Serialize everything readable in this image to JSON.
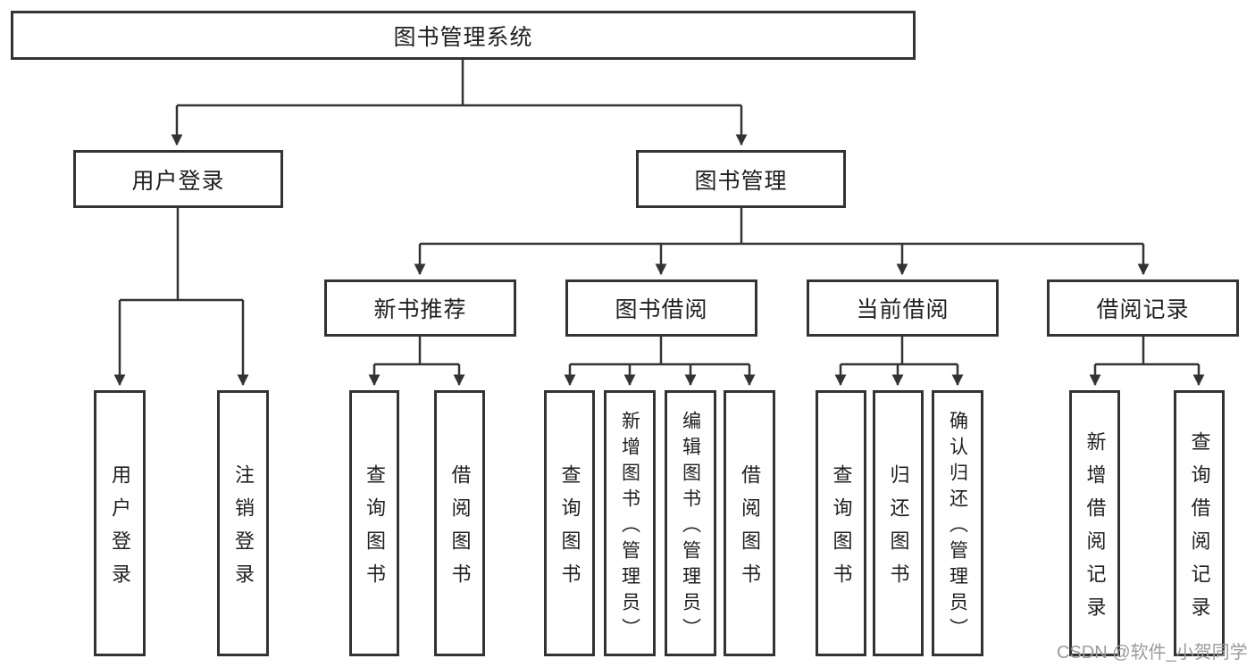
{
  "diagram": {
    "type": "hierarchy-tree",
    "root": {
      "label": "图书管理系统"
    },
    "level2": [
      {
        "id": "user-login",
        "label": "用户登录"
      },
      {
        "id": "book-management",
        "label": "图书管理"
      }
    ],
    "level3": [
      {
        "id": "new-book-recommend",
        "label": "新书推荐",
        "parent": "图书管理"
      },
      {
        "id": "book-borrow",
        "label": "图书借阅",
        "parent": "图书管理"
      },
      {
        "id": "current-borrow",
        "label": "当前借阅",
        "parent": "图书管理"
      },
      {
        "id": "borrow-records",
        "label": "借阅记录",
        "parent": "图书管理"
      }
    ],
    "leaves": {
      "user": [
        {
          "label": "用户登录"
        },
        {
          "label": "注销登录"
        }
      ],
      "recommend": [
        {
          "label": "查询图书"
        },
        {
          "label": "借阅图书"
        }
      ],
      "borrow": [
        {
          "label": "查询图书"
        },
        {
          "label": "新增图书（管理员）"
        },
        {
          "label": "编辑图书（管理员）"
        },
        {
          "label": "借阅图书"
        }
      ],
      "current": [
        {
          "label": "查询图书"
        },
        {
          "label": "归还图书"
        },
        {
          "label": "确认归还（管理员）"
        }
      ],
      "records": [
        {
          "label": "新增借阅记录"
        },
        {
          "label": "查询借阅记录"
        }
      ]
    },
    "watermark": "CSDN @软件_小贺同学",
    "colors": {
      "line": "#333333",
      "text": "#1f1f1f",
      "background": "#ffffff",
      "watermark": "#9b9b9b"
    }
  }
}
